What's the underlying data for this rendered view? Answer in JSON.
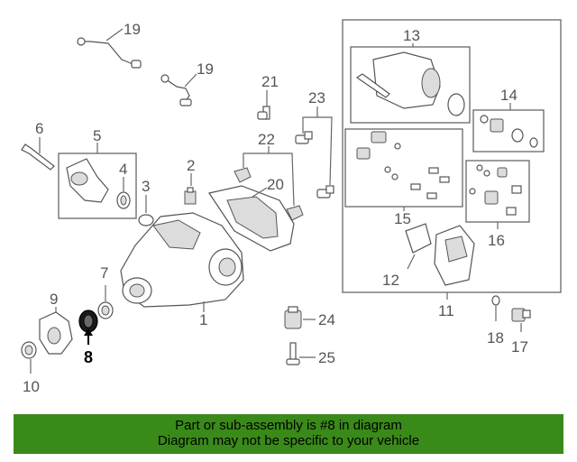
{
  "banner": {
    "line1": "Part or sub-assembly is #8 in diagram",
    "line2": "Diagram may not be specific to your vehicle",
    "background": "#3a8a19"
  },
  "highlight_part": "8",
  "callouts": {
    "c1": "1",
    "c2": "2",
    "c3": "3",
    "c4": "4",
    "c5": "5",
    "c6": "6",
    "c7": "7",
    "c8": "8",
    "c9": "9",
    "c10": "10",
    "c11": "11",
    "c12": "12",
    "c13": "13",
    "c14": "14",
    "c15": "15",
    "c16": "16",
    "c17": "17",
    "c18": "18",
    "c19a": "19",
    "c19b": "19",
    "c20": "20",
    "c21": "21",
    "c22": "22",
    "c23": "23",
    "c24": "24",
    "c25": "25"
  }
}
